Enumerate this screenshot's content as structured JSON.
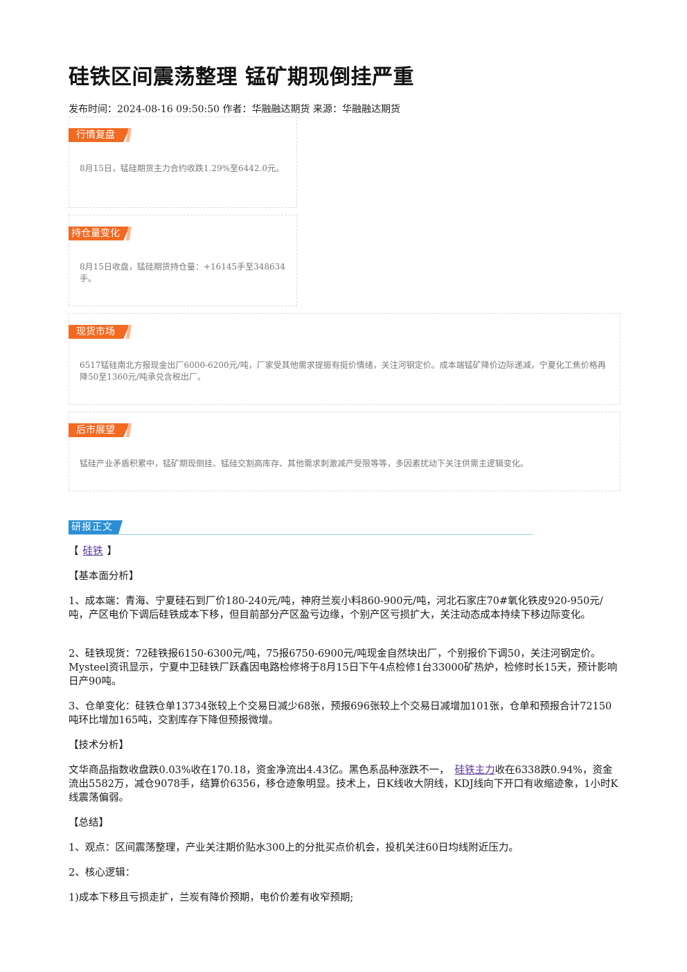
{
  "article": {
    "title": "硅铁区间震荡整理 锰矿期现倒挂严重",
    "meta": "发布时间：2024-08-16 09:50:50 作者：华融融达期货 来源：华融融达期货"
  },
  "summary_boxes": [
    {
      "tag": "行情复盘",
      "text": "8月15日，锰硅期货主力合约收跌1.29%至6442.0元。"
    },
    {
      "tag": "持仓量变化",
      "text": "8月15日收盘，锰硅期货持仓量：+16145手至348634手。"
    },
    {
      "tag": "现货市场",
      "text": "6517锰硅南北方报现金出厂6000-6200元/吨，厂家受其他需求提振有挺价情绪，关注河钢定价。成本端锰矿降价边际递减，宁夏化工焦价格再降50至1360元/吨承兑含税出厂。"
    },
    {
      "tag": "后市展望",
      "text": "锰硅产业矛盾积累中，锰矿期现倒挂、锰硅交割高库存、其他需求刺激减产受限等等，多因素扰动下关注供需主逻辑变化。"
    }
  ],
  "section_title": "研报正文",
  "body": {
    "tag_open": "【",
    "tag_link": "硅铁",
    "tag_close": "】",
    "fundamental_title": "【基本面分析】",
    "p1": "1、成本端：青海、宁夏硅石到厂价180-240元/吨，神府兰炭小料860-900元/吨，河北石家庄70#氧化铁皮920-950元/吨，产区电价下调后硅铁成本下移，但目前部分产区盈亏边缘，个别产区亏损扩大，关注动态成本持续下移边际变化。",
    "p2": "2、硅铁现货：72硅铁报6150-6300元/吨，75报6750-6900元/吨现金自然块出厂，个别报价下调50，关注河钢定价。Mysteel资讯显示，宁夏中卫硅铁厂跃鑫因电路检修将于8月15日下午4点检修1台33000矿热炉，检修时长15天，预计影响日产90吨。",
    "p3": "3、仓单变化：硅铁仓单13734张较上个交易日减少68张，预报696张较上个交易日减增加101张，仓单和预报合计72150吨环比增加165吨，交割库存下降但预报微增。",
    "tech_title": "【技术分析】",
    "tech_a": "文华商品指数收盘跌0.03%收在170.18，资金净流出4.43亿。黑色系品种涨跌不一，",
    "tech_link": "硅铁主力",
    "tech_b": "收在6338跌0.94%，资金流出5582万，减仓9078手，结算价6356，移仓迹象明显。技术上，日K线收大阴线，KDJ线向下开口有收缩迹象，1小时K线震荡偏弱。",
    "summary_title": "【总结】",
    "s1": "1、观点：区间震荡整理，产业关注期价贴水300上的分批买点价机会，投机关注60日均线附近压力。",
    "s2": "2、核心逻辑：",
    "s3": "1)成本下移且亏损走扩，兰炭有降价预期，电价价差有收窄预期;"
  }
}
